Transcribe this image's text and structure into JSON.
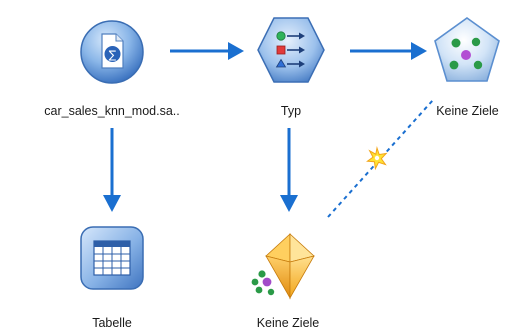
{
  "nodes": {
    "source": {
      "label": "car_sales_knn_mod.sa..",
      "icon": "data-file-source-icon"
    },
    "type": {
      "label": "Typ",
      "icon": "type-field-ops-icon"
    },
    "model_build": {
      "label": "Keine Ziele",
      "icon": "knn-modeling-icon"
    },
    "table": {
      "label": "Tabelle",
      "icon": "table-output-icon"
    },
    "model_nugget": {
      "label": "Keine Ziele",
      "icon": "model-nugget-icon"
    }
  },
  "colors": {
    "link": "#1a6fd0",
    "model_link": "#1a6fd0",
    "node_blue": "#5f97d8",
    "nugget_gold": "#f2a51a"
  }
}
